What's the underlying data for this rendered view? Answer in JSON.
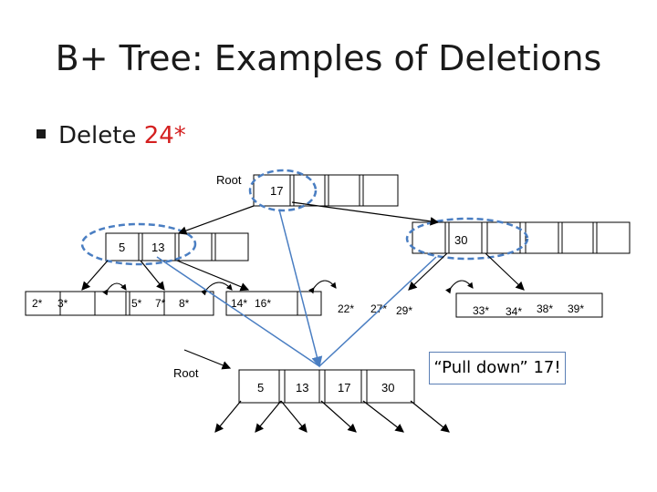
{
  "title": "B+ Tree: Examples of Deletions",
  "bullet": {
    "prefix": "Delete ",
    "highlight": "24*",
    "highlight_color": "#d42020"
  },
  "accent_color": "#4a7ec2",
  "labels": {
    "root_top": "Root",
    "root_bottom": "Root"
  },
  "root_keys": [
    "17"
  ],
  "left_index_keys": [
    "5",
    "13"
  ],
  "right_index_keys": [
    "30"
  ],
  "leaves": [
    [
      "2*",
      "3*"
    ],
    [
      "5*",
      "7*",
      "8*"
    ],
    [
      "14*",
      "16*"
    ],
    [
      "22*",
      "27*",
      "29*"
    ],
    [
      "33*",
      "34*",
      "38*",
      "39*"
    ]
  ],
  "new_root_keys": [
    "5",
    "13",
    "17",
    "30"
  ],
  "note": "“Pull down” 17!"
}
